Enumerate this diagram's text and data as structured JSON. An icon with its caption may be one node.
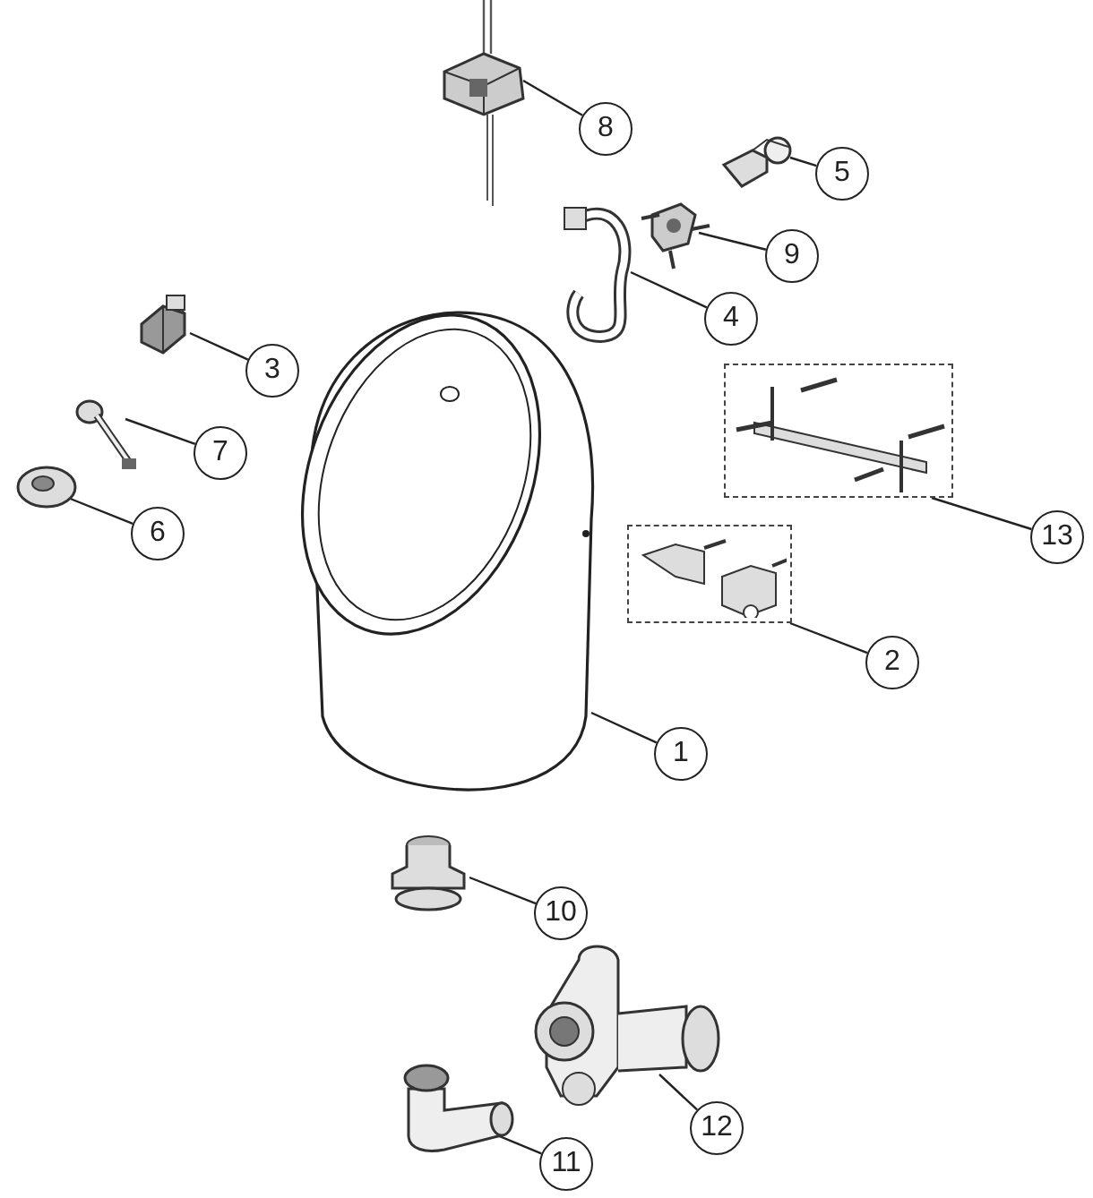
{
  "diagram": {
    "nodes": [
      {
        "text": [
          "8"
        ]
      },
      {
        "text": [],
        "shape": "picture"
      },
      {
        "text": [
          "5"
        ]
      },
      {
        "text": [],
        "shape": "picture"
      },
      {
        "text": [
          "9"
        ]
      },
      {
        "text": [],
        "shape": "picture"
      },
      {
        "text": [
          "4"
        ]
      },
      {
        "text": [],
        "shape": "picture"
      },
      {
        "text": [
          "3"
        ]
      },
      {
        "text": [],
        "shape": "picture"
      },
      {
        "text": [
          "13"
        ]
      },
      {
        "text": [],
        "shape": "box"
      },
      {
        "text": [
          "7"
        ]
      },
      {
        "text": [],
        "shape": "picture"
      },
      {
        "text": [
          "6"
        ]
      },
      {
        "text": [],
        "shape": "picture"
      },
      {
        "text": [
          "2"
        ]
      },
      {
        "text": [],
        "shape": "box"
      },
      {
        "text": [
          "1"
        ]
      },
      {
        "text": [],
        "shape": "picture"
      },
      {
        "text": [
          "10"
        ]
      },
      {
        "text": [],
        "shape": "picture"
      },
      {
        "text": [
          "12"
        ]
      },
      {
        "text": [],
        "shape": "picture"
      },
      {
        "text": [
          "11"
        ]
      },
      {
        "text": [],
        "shape": "picture"
      }
    ],
    "edges": [
      {
        "from": 0,
        "to": 1,
        "arrow": "none"
      },
      {
        "from": 2,
        "to": 3,
        "arrow": "none"
      },
      {
        "from": 4,
        "to": 5,
        "arrow": "none"
      },
      {
        "from": 6,
        "to": 7,
        "arrow": "none"
      },
      {
        "from": 8,
        "to": 9,
        "arrow": "none"
      },
      {
        "from": 10,
        "to": 11,
        "arrow": "none"
      },
      {
        "from": 12,
        "to": 13,
        "arrow": "none"
      },
      {
        "from": 14,
        "to": 15,
        "arrow": "none"
      },
      {
        "from": 16,
        "to": 17,
        "arrow": "none"
      },
      {
        "from": 18,
        "to": 19,
        "arrow": "none"
      },
      {
        "from": 20,
        "to": 21,
        "arrow": "none"
      },
      {
        "from": 22,
        "to": 23,
        "arrow": "none"
      },
      {
        "from": 24,
        "to": 25,
        "arrow": "none"
      }
    ]
  }
}
